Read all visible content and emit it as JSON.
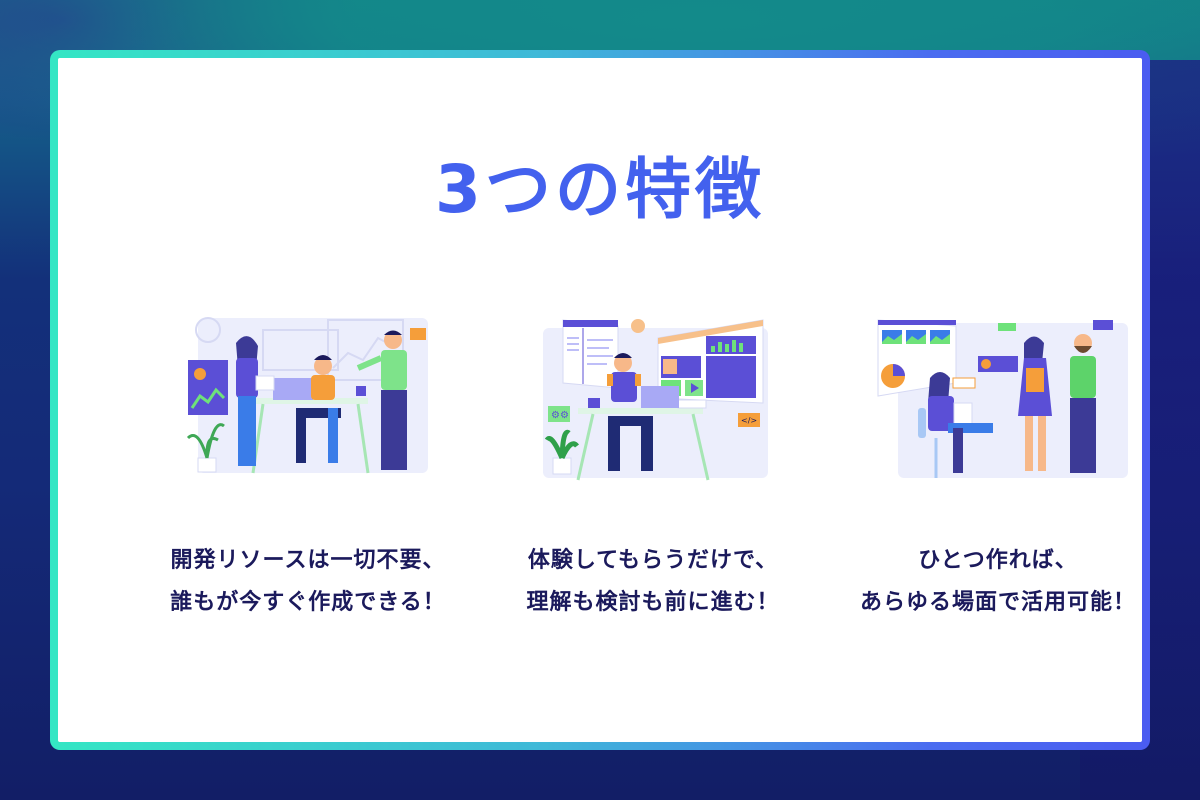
{
  "title": "3つの特徴",
  "colors": {
    "title": "#4361ee",
    "caption": "#1b1a5c",
    "border_start": "#34e6c4",
    "border_end": "#4a5cf0",
    "card_bg": "#ffffff"
  },
  "features": [
    {
      "illustration": "team-meeting-illustration",
      "caption_line1": "開発リソースは一切不要、",
      "caption_line2": "誰もが今すぐ作成できる！"
    },
    {
      "illustration": "developer-at-desk-illustration",
      "caption_line1": "体験してもらうだけで、",
      "caption_line2": "理解も検討も前に進む！"
    },
    {
      "illustration": "presentation-discussion-illustration",
      "caption_line1": "ひとつ作れば、",
      "caption_line2": "あらゆる場面で活用可能！"
    }
  ]
}
